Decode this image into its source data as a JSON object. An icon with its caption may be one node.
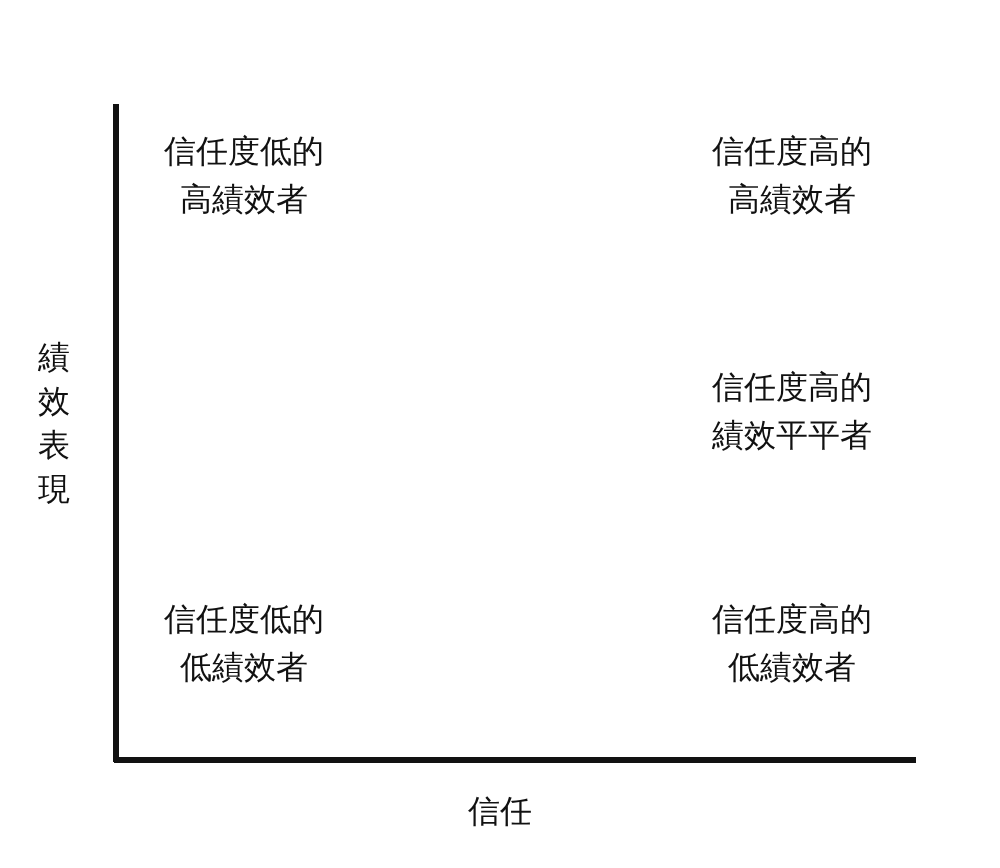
{
  "diagram": {
    "labels": [
      "信任度低的高績效者",
      "信任度高的高績效者",
      "績效表現",
      "信任度高的績效平平者",
      "信任度低的低績效者",
      "信任度高的低績效者",
      "信任"
    ]
  }
}
